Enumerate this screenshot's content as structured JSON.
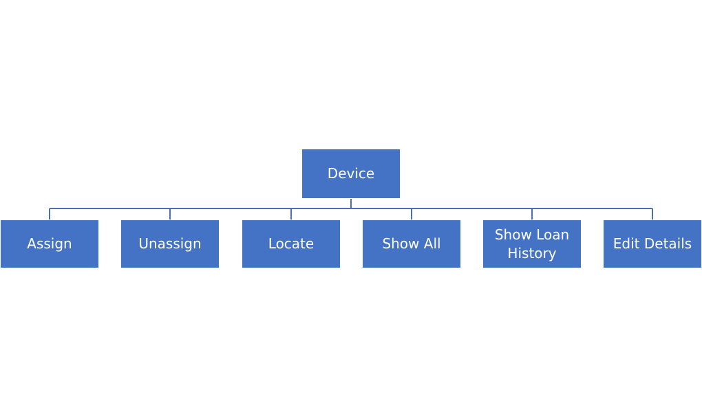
{
  "diagram": {
    "root": {
      "label": "Device"
    },
    "children": [
      {
        "label": "Assign"
      },
      {
        "label": "Unassign"
      },
      {
        "label": "Locate"
      },
      {
        "label": "Show All"
      },
      {
        "label": "Show Loan History"
      },
      {
        "label": "Edit Details"
      }
    ],
    "colors": {
      "node_fill": "#4472c4",
      "node_text": "#ffffff",
      "connector": "#4a6fb5"
    }
  }
}
